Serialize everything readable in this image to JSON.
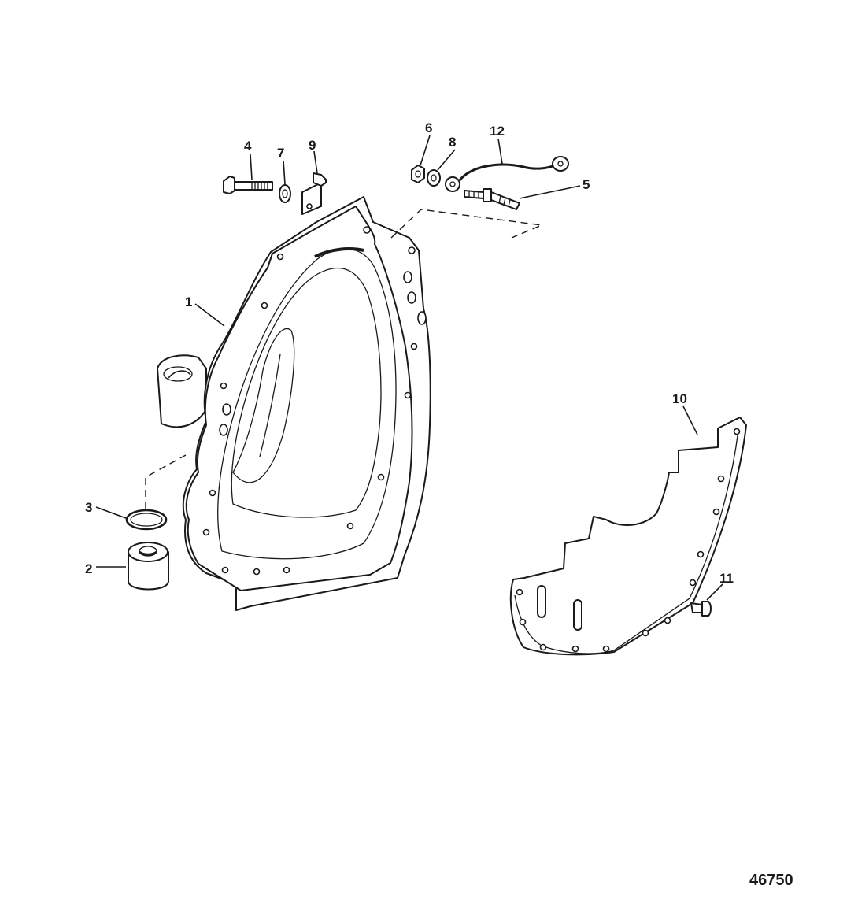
{
  "callouts": {
    "c1": "1",
    "c2": "2",
    "c3": "3",
    "c4": "4",
    "c5": "5",
    "c6": "6",
    "c7": "7",
    "c8": "8",
    "c9": "9",
    "c10": "10",
    "c11": "11",
    "c12": "12"
  },
  "figure_number": "46750"
}
